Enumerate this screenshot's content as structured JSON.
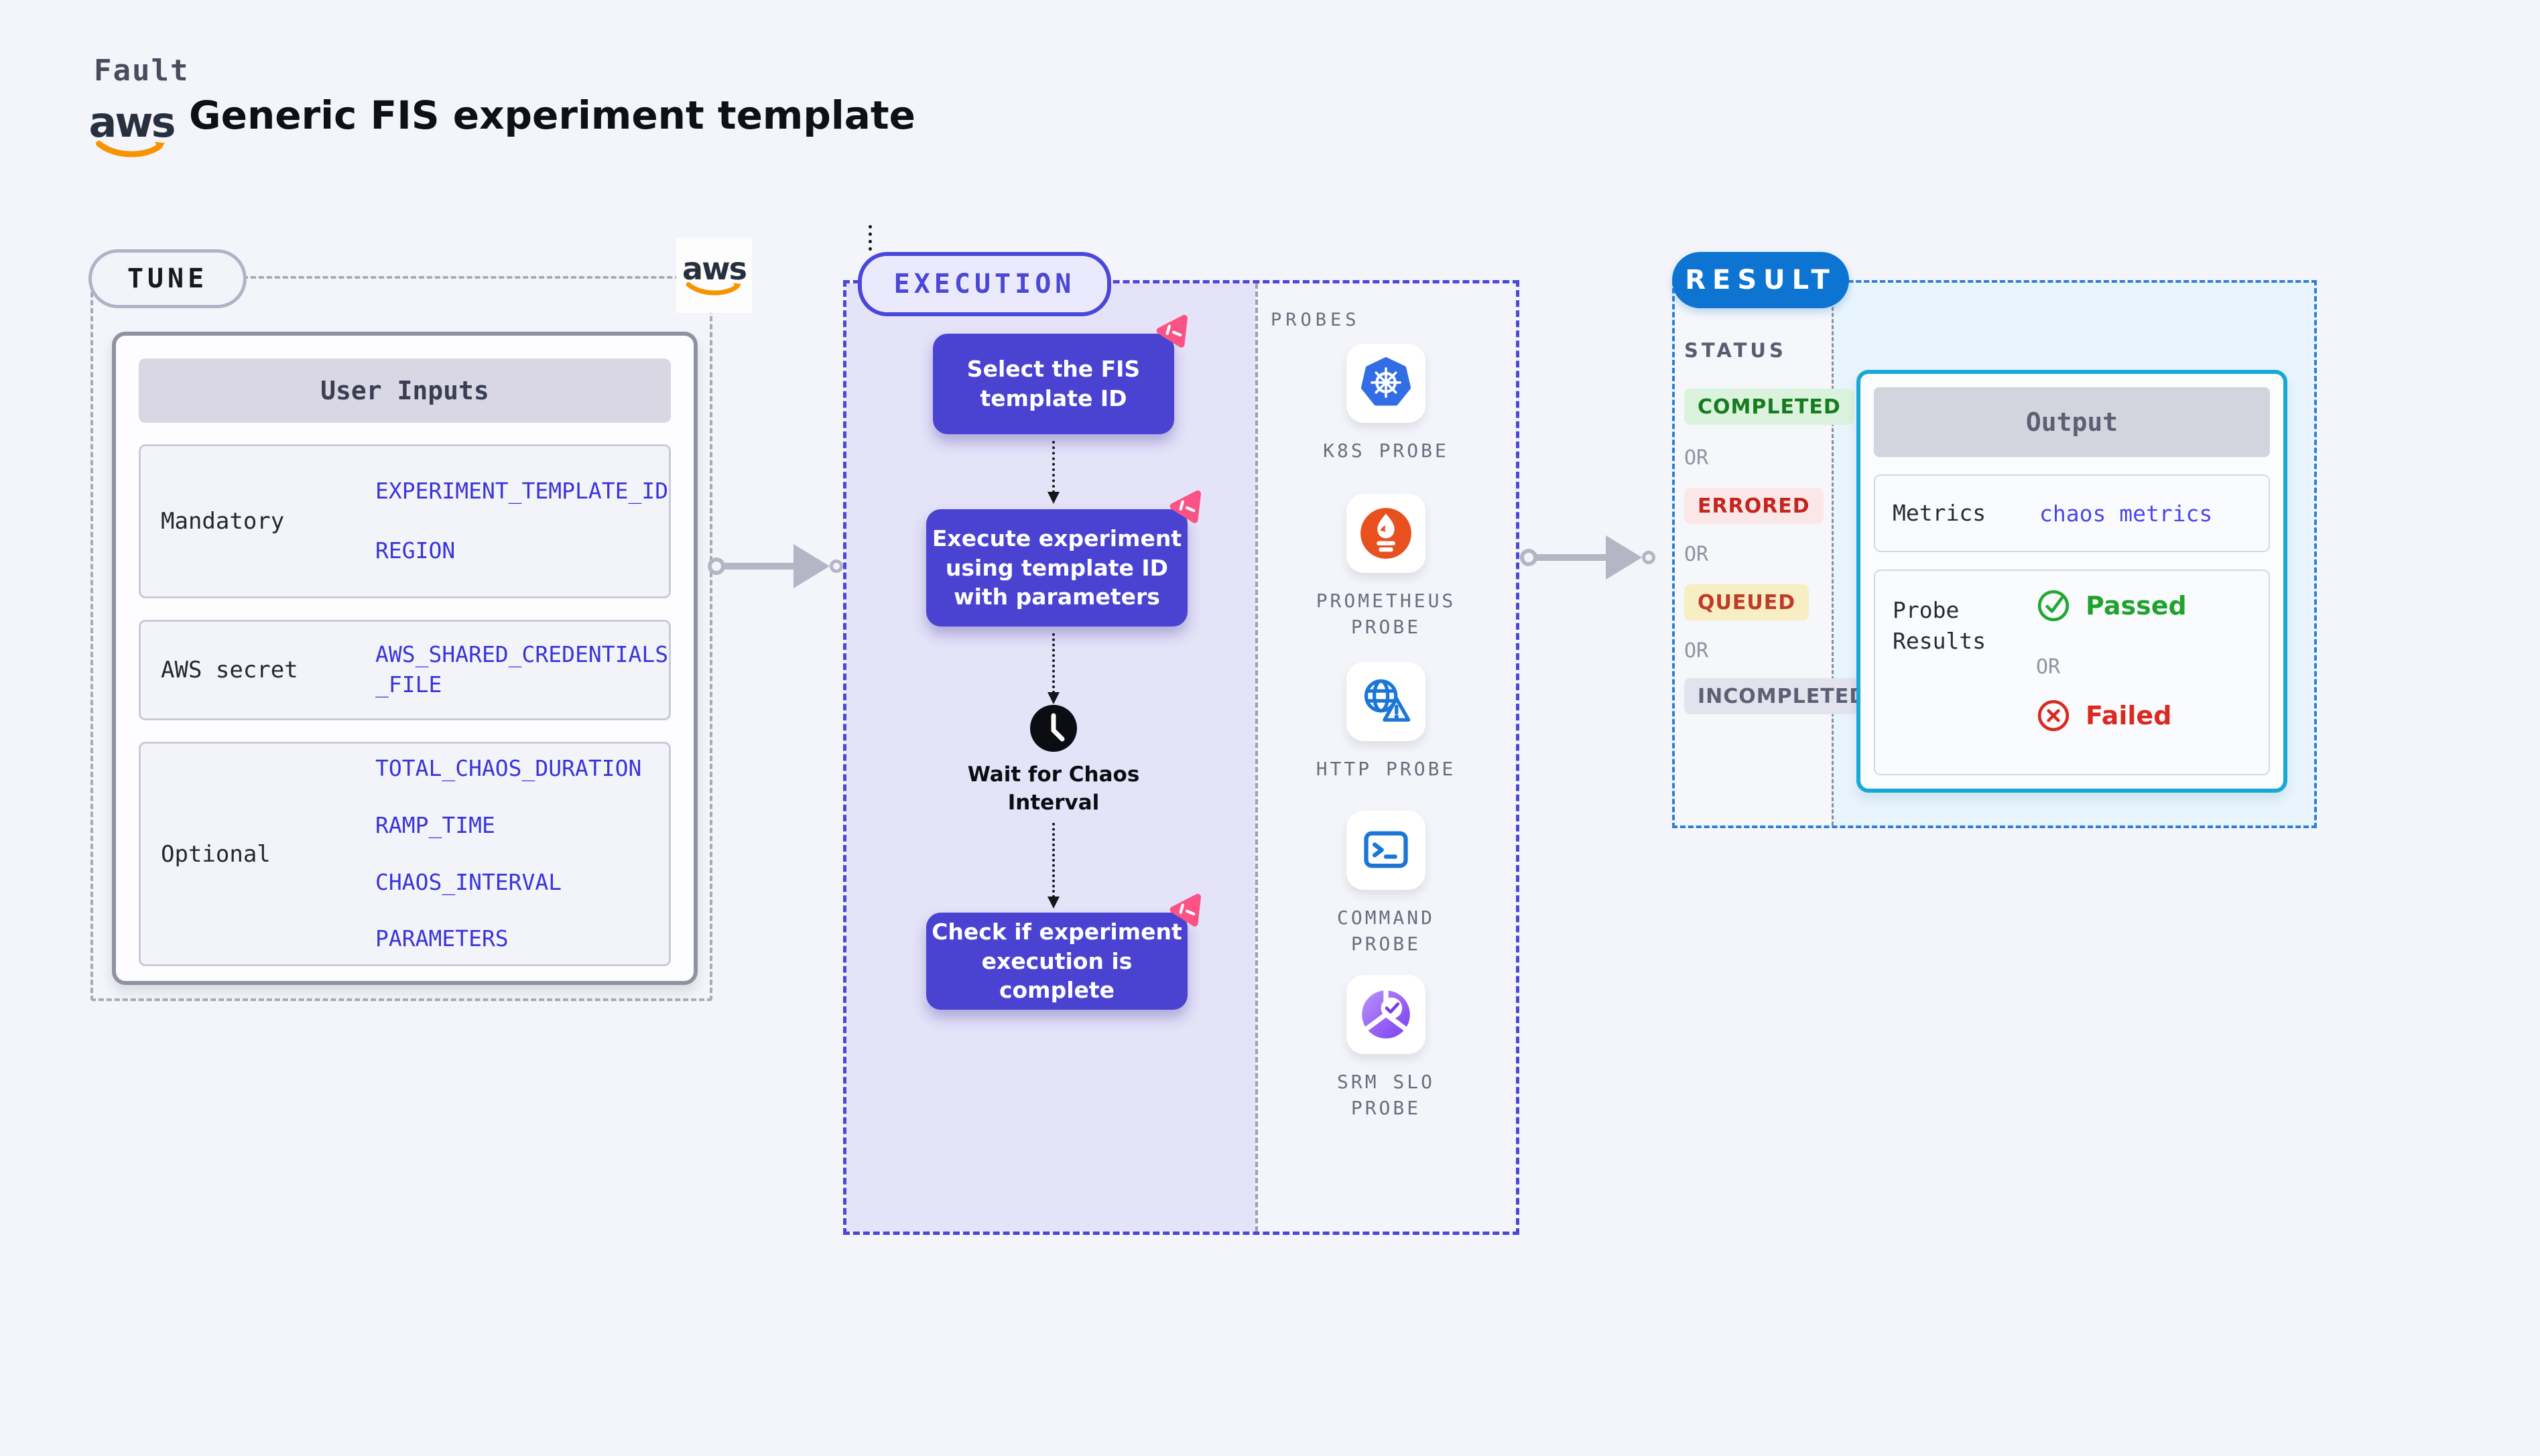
{
  "header": {
    "brand": "Fault",
    "aws_wordmark": "aws",
    "title": "Generic FIS experiment template"
  },
  "tune": {
    "badge": "TUNE",
    "aws_wordmark": "aws",
    "table": {
      "header": "User Inputs",
      "rows": [
        {
          "label": "Mandatory",
          "values": [
            "EXPERIMENT_TEMPLATE_ID",
            "REGION"
          ]
        },
        {
          "label": "AWS secret",
          "values": [
            "AWS_SHARED_CREDENTIALS\n_FILE"
          ]
        },
        {
          "label": "Optional",
          "values": [
            "TOTAL_CHAOS_DURATION",
            "RAMP_TIME",
            "CHAOS_INTERVAL",
            "PARAMETERS"
          ]
        }
      ]
    }
  },
  "execution": {
    "badge": "EXECUTION",
    "steps": [
      {
        "label": "Select the FIS\ntemplate ID"
      },
      {
        "label": "Execute experiment\nusing template ID\nwith parameters"
      },
      {
        "label": "Check if experiment\nexecution is complete"
      }
    ],
    "wait_step": {
      "label": "Wait for Chaos\nInterval",
      "icon": "clock-icon"
    },
    "probes": {
      "title": "PROBES",
      "items": [
        {
          "label": "K8S PROBE",
          "icon": "kubernetes-icon"
        },
        {
          "label": "PROMETHEUS\nPROBE",
          "icon": "prometheus-icon"
        },
        {
          "label": "HTTP PROBE",
          "icon": "http-globe-warning-icon"
        },
        {
          "label": "COMMAND\nPROBE",
          "icon": "terminal-icon"
        },
        {
          "label": "SRM SLO\nPROBE",
          "icon": "slo-donut-check-icon"
        }
      ]
    }
  },
  "result": {
    "badge": "RESULT",
    "status": {
      "title": "STATUS",
      "separator": "OR",
      "badges": [
        {
          "label": "COMPLETED",
          "bg": "#dbf3dc",
          "color": "#177c20"
        },
        {
          "label": "ERRORED",
          "bg": "#fae8e8",
          "color": "#c4251e"
        },
        {
          "label": "QUEUED",
          "bg": "#f7eec4",
          "color": "#c03a28"
        },
        {
          "label": "INCOMPLETED",
          "bg": "#e3e3ed",
          "color": "#5d6074"
        }
      ]
    },
    "output": {
      "header": "Output",
      "metrics": {
        "label": "Metrics",
        "value": "chaos metrics"
      },
      "probe_results": {
        "label": "Probe\nResults",
        "passed": "Passed",
        "separator": "OR",
        "failed": "Failed"
      }
    }
  },
  "colors": {
    "page_bg": "#f4f5fa",
    "accent_purple": "#4b47d8",
    "step_purple": "#4a43d1",
    "panel_lavender": "#e5e3f8",
    "pink": "#fb5386",
    "result_blue": "#0d75d1",
    "cyan_border": "#17a8da",
    "cyan_bg": "#e9f5fc",
    "value_blue": "#3a35d8",
    "metrics_blue": "#4b48e4",
    "green": "#1fa32e",
    "red": "#d92a21",
    "arrow_gray": "#b5b5c5",
    "aws_orange": "#f79400",
    "kubernetes_blue": "#326de6",
    "prometheus_orange": "#e8501f",
    "probe_icon_blue": "#1b76d6"
  }
}
